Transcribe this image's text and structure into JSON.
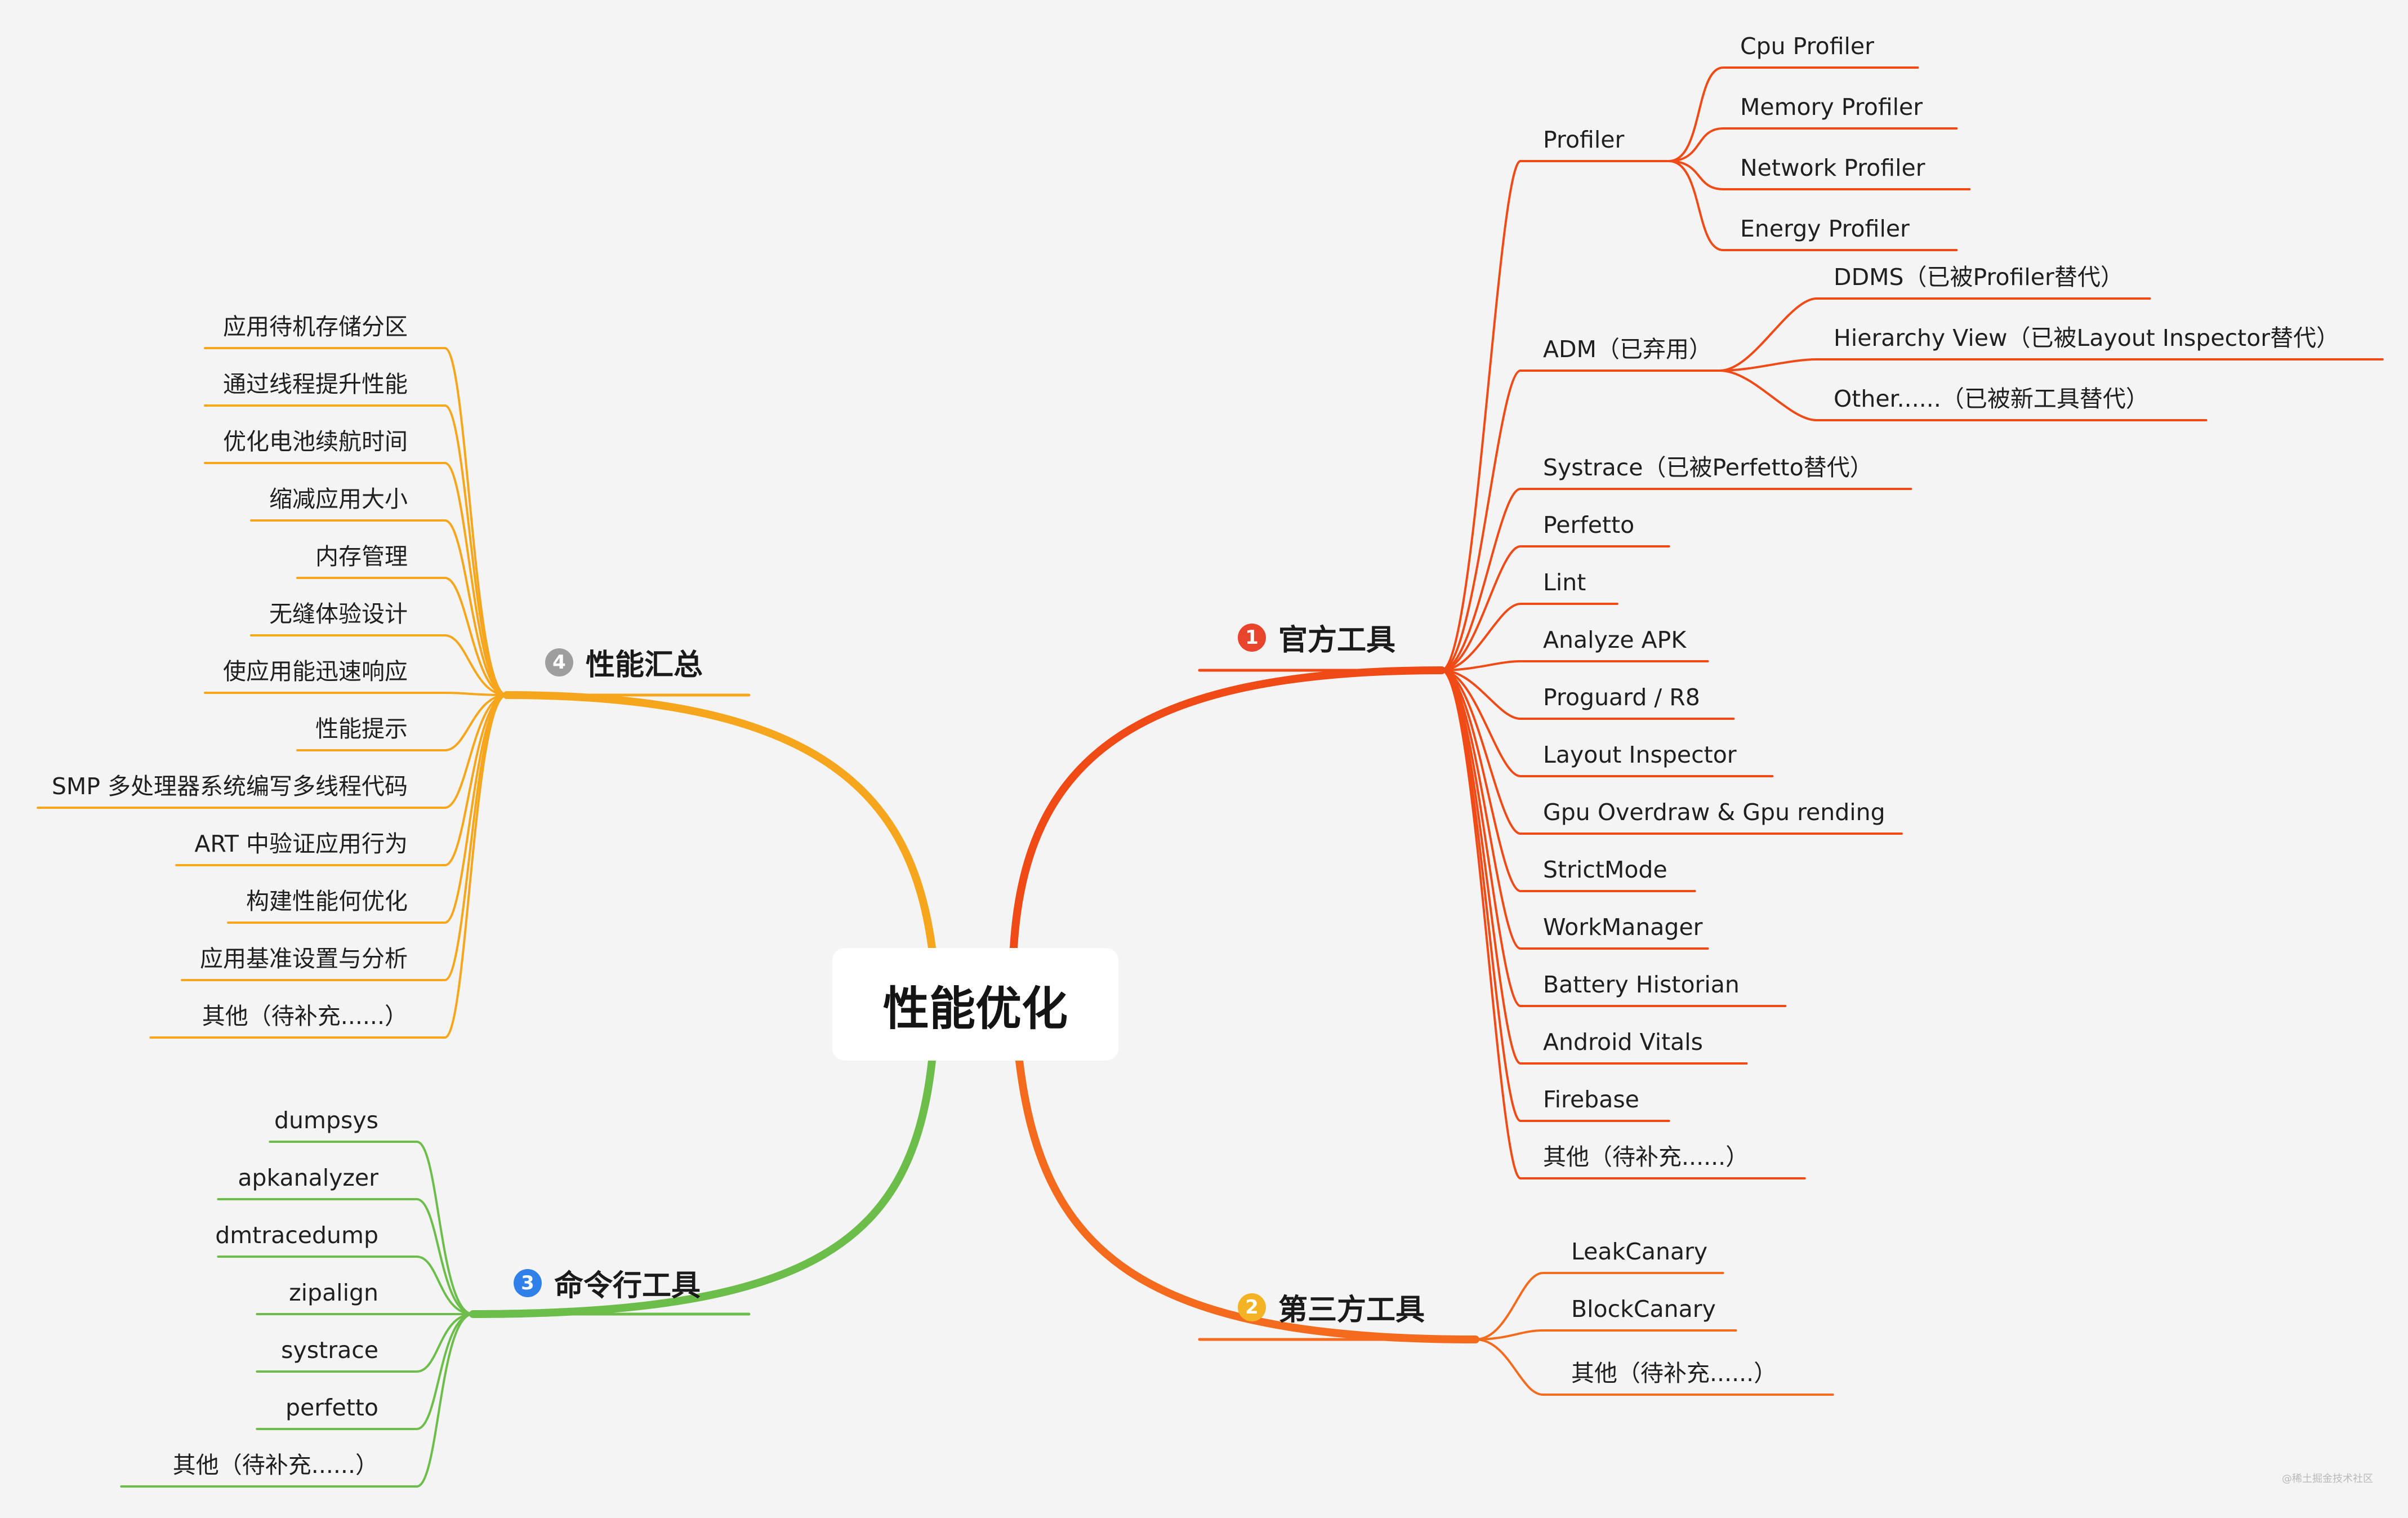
{
  "center": {
    "label": "性能优化"
  },
  "branches": [
    {
      "id": "official",
      "badge": "1",
      "badge_color": "#e8452c",
      "label": "官方工具",
      "line_color": "#f04a16",
      "groups": [
        {
          "label": "Profiler",
          "children": [
            "Cpu Profiler",
            "Memory Profiler",
            "Network Profiler",
            "Energy Profiler"
          ]
        },
        {
          "label": "ADM（已弃用）",
          "children": [
            "DDMS（已被Profiler替代）",
            "Hierarchy View（已被Layout Inspector替代）",
            "Other......（已被新工具替代）"
          ]
        }
      ],
      "items": [
        "Systrace（已被Perfetto替代）",
        "Perfetto",
        "Lint",
        "Analyze APK",
        "Proguard / R8",
        "Layout Inspector",
        "Gpu Overdraw & Gpu rending",
        "StrictMode",
        "WorkManager",
        "Battery Historian",
        "Android Vitals",
        "Firebase",
        "其他（待补充......）"
      ]
    },
    {
      "id": "third",
      "badge": "2",
      "badge_color": "#f3b324",
      "label": "第三方工具",
      "line_color": "#f46b1e",
      "items": [
        "LeakCanary",
        "BlockCanary",
        "其他（待补充......）"
      ]
    },
    {
      "id": "cli",
      "badge": "3",
      "badge_color": "#2f80e8",
      "label": "命令行工具",
      "line_color": "#6cbd4a",
      "items": [
        "dumpsys",
        "apkanalyzer",
        "dmtracedump",
        "zipalign",
        "systrace",
        "perfetto",
        "其他（待补充......）"
      ]
    },
    {
      "id": "summary",
      "badge": "4",
      "badge_color": "#9e9e9e",
      "label": "性能汇总",
      "line_color": "#f6a61c",
      "items": [
        "应用待机存储分区",
        "通过线程提升性能",
        "优化电池续航时间",
        "缩减应用大小",
        "内存管理",
        "无缝体验设计",
        "使应用能迅速响应",
        "性能提示",
        "SMP 多处理器系统编写多线程代码",
        "ART 中验证应用行为",
        "构建性能何优化",
        "应用基准设置与分析",
        "其他（待补充......）"
      ]
    }
  ],
  "watermark": "@稀土掘金技术社区"
}
